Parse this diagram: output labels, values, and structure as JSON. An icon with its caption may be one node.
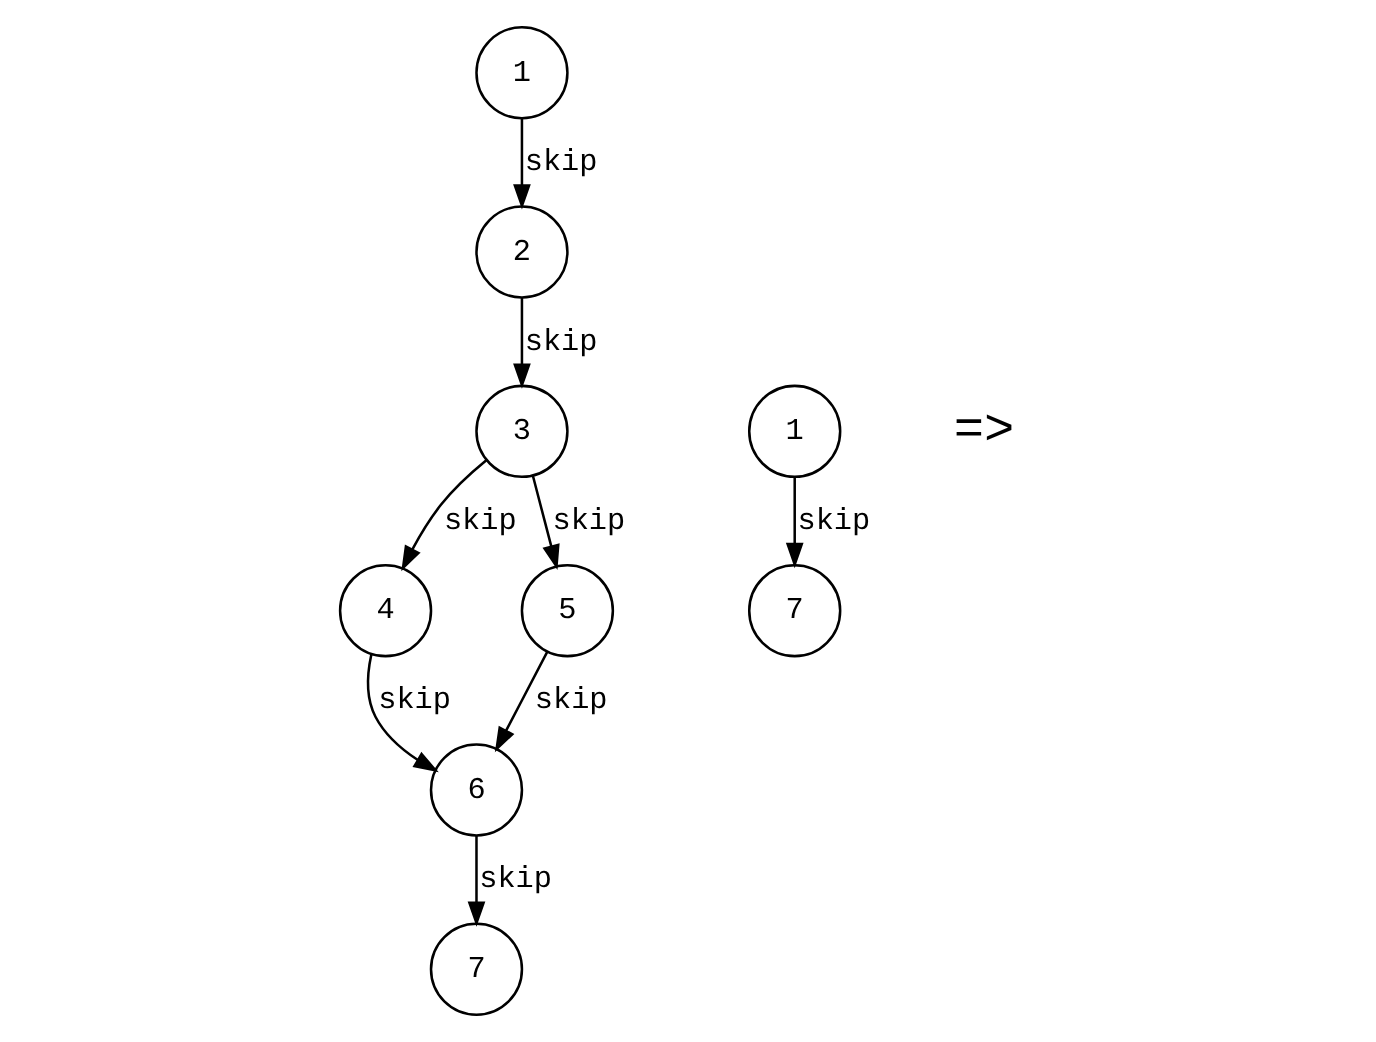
{
  "diagram": {
    "nodes": [
      {
        "text": [
          "1"
        ]
      },
      {
        "text": [
          "2"
        ]
      },
      {
        "text": [
          "3"
        ]
      },
      {
        "text": [
          "4"
        ]
      },
      {
        "text": [
          "5"
        ]
      },
      {
        "text": [
          "6"
        ]
      },
      {
        "text": [
          "7"
        ]
      },
      {
        "text": [
          "1"
        ]
      },
      {
        "text": [
          "7"
        ]
      }
    ],
    "edges": [
      {
        "from": 0,
        "to": 1,
        "arrow": "to",
        "label": "skip"
      },
      {
        "from": 1,
        "to": 2,
        "arrow": "to",
        "label": "skip"
      },
      {
        "from": 2,
        "to": 3,
        "arrow": "to",
        "label": "skip"
      },
      {
        "from": 2,
        "to": 4,
        "arrow": "to",
        "label": "skip"
      },
      {
        "from": 3,
        "to": 5,
        "arrow": "to",
        "label": "skip"
      },
      {
        "from": 4,
        "to": 5,
        "arrow": "to",
        "label": "skip"
      },
      {
        "from": 5,
        "to": 6,
        "arrow": "to",
        "label": "skip"
      },
      {
        "from": 7,
        "to": 8,
        "arrow": "to",
        "label": "skip"
      }
    ],
    "labels": [
      "=>"
    ]
  }
}
